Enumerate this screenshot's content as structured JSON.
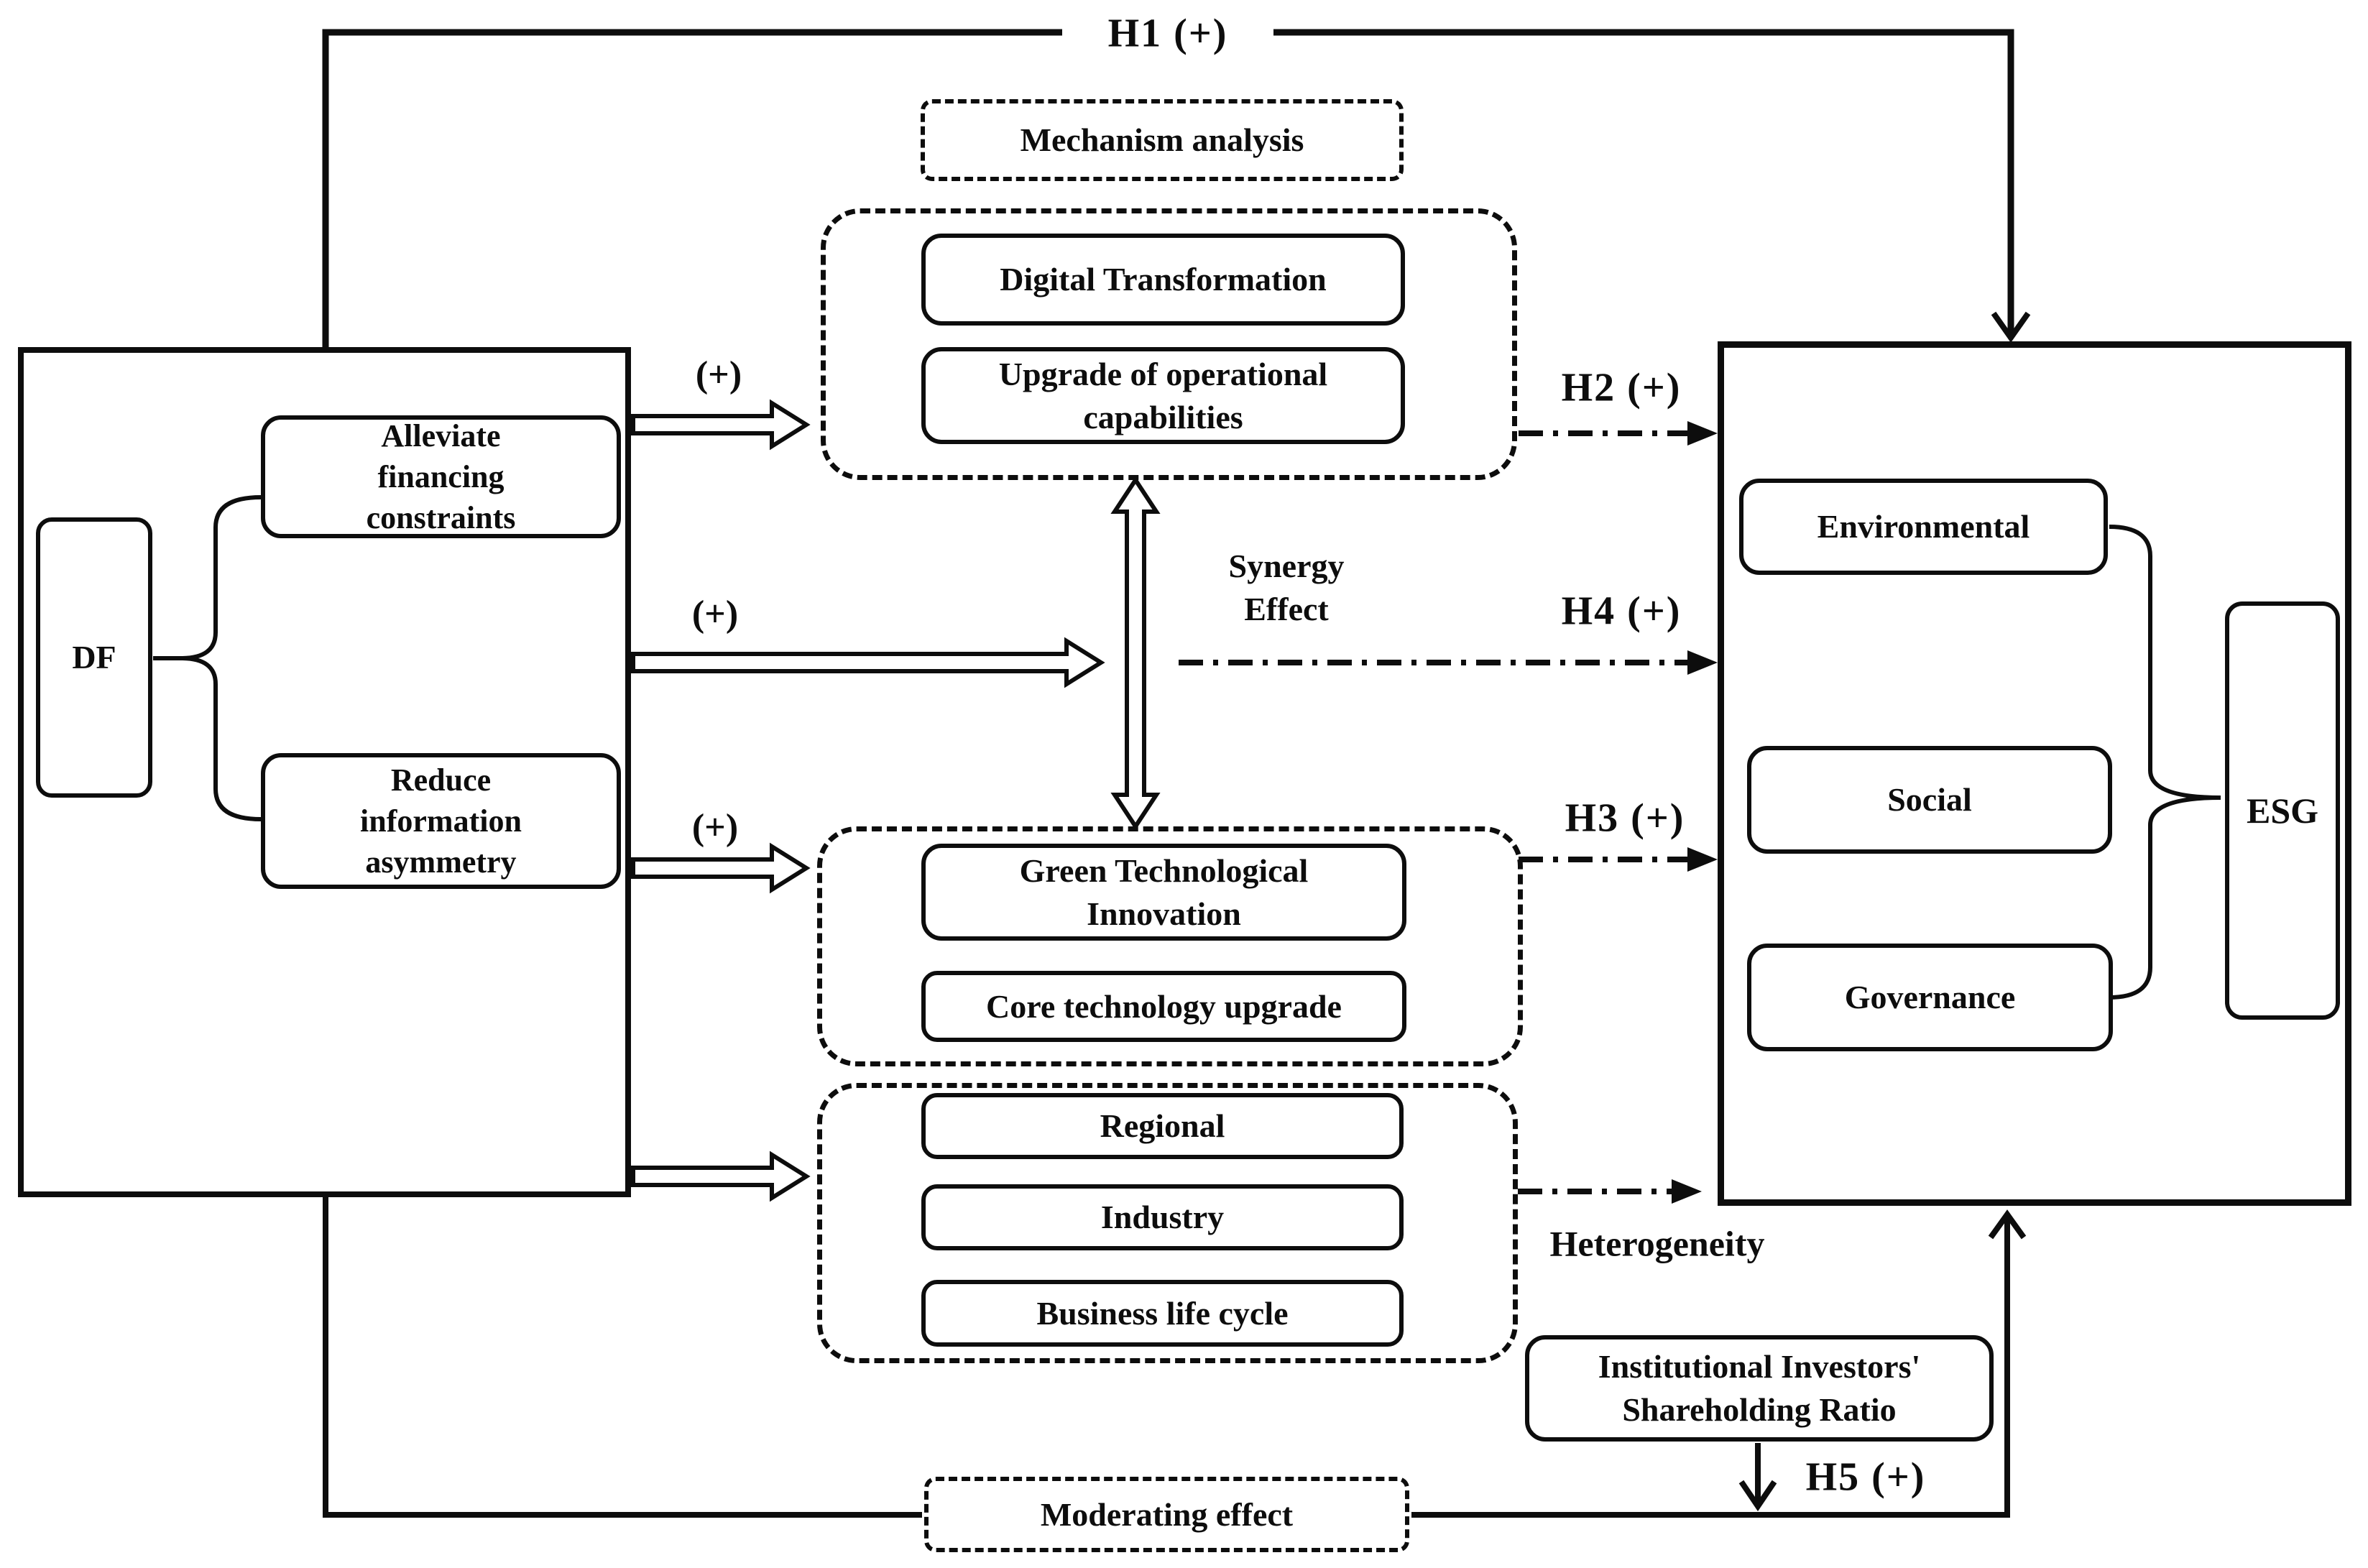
{
  "colors": {
    "ink": "#0d0d0d",
    "background": "#ffffff"
  },
  "hypotheses": {
    "h1": "H1 (+)",
    "h2": "H2 (+)",
    "h3": "H3 (+)",
    "h4": "H4 (+)",
    "h5": "H5 (+)"
  },
  "plus_labels": {
    "top": "(+)",
    "middle": "(+)",
    "bottom": "(+)"
  },
  "left_box": {
    "core": "DF",
    "channels": [
      "Alleviate\nfinancing\nconstraints",
      "Reduce\ninformation\nasymmetry"
    ]
  },
  "mechanism": {
    "header": "Mechanism analysis",
    "group1": [
      "Digital Transformation",
      "Upgrade of operational\ncapabilities"
    ],
    "synergy": "Synergy\nEffect",
    "group2": [
      "Green Technological\nInnovation",
      "Core technology upgrade"
    ]
  },
  "heterogeneity": {
    "label": "Heterogeneity",
    "items": [
      "Regional",
      "Industry",
      "Business life cycle"
    ]
  },
  "right_box": {
    "core": "ESG",
    "pillars": [
      "Environmental",
      "Social",
      "Governance"
    ]
  },
  "moderation": {
    "moderator": "Institutional Investors'\nShareholding Ratio",
    "effect": "Moderating effect"
  }
}
